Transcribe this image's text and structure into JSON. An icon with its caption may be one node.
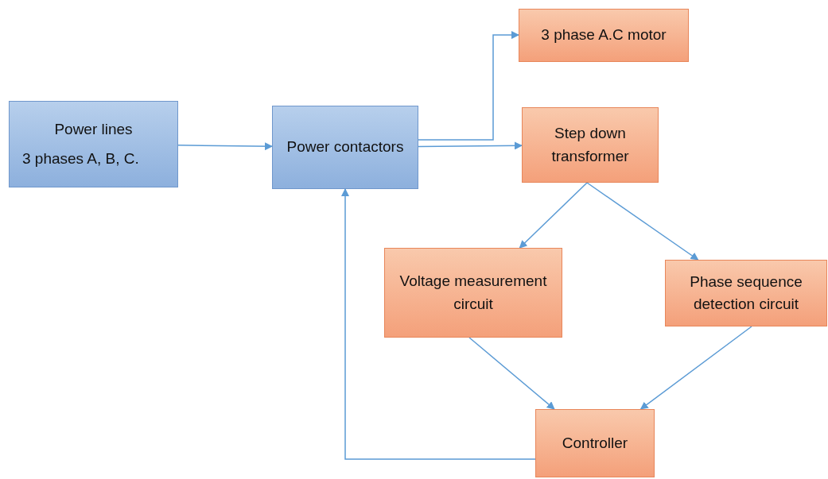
{
  "diagram": {
    "nodes": [
      {
        "text": [
          "Power lines",
          "3 phases A, B, C."
        ]
      },
      {
        "text": [
          "Power contactors"
        ]
      },
      {
        "text": [
          "3 phase A.C motor"
        ]
      },
      {
        "text": [
          "Step down transformer"
        ]
      },
      {
        "text": [
          "Voltage measurement circuit"
        ]
      },
      {
        "text": [
          "Phase sequence detection circuit"
        ]
      },
      {
        "text": [
          "Controller"
        ]
      }
    ],
    "edges": [
      {
        "from": 0,
        "to": 1,
        "arrow": "to"
      },
      {
        "from": 1,
        "to": 2,
        "arrow": "to"
      },
      {
        "from": 1,
        "to": 3,
        "arrow": "to"
      },
      {
        "from": 3,
        "to": 4,
        "arrow": "to"
      },
      {
        "from": 3,
        "to": 5,
        "arrow": "to"
      },
      {
        "from": 4,
        "to": 6,
        "arrow": "to"
      },
      {
        "from": 5,
        "to": 6,
        "arrow": "to"
      },
      {
        "from": 6,
        "to": 1,
        "arrow": "to"
      }
    ]
  }
}
